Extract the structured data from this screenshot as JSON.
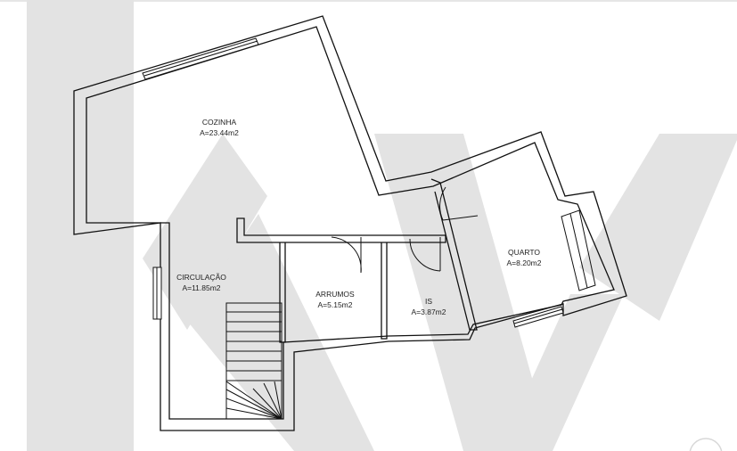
{
  "rooms": [
    {
      "id": "cozinha",
      "name": "COZINHA",
      "area": "A=23.44m2"
    },
    {
      "id": "circulacao",
      "name": "CIRCULAÇÃO",
      "area": "A=11.85m2"
    },
    {
      "id": "arrumos",
      "name": "ARRUMOS",
      "area": "A=5.15m2"
    },
    {
      "id": "is",
      "name": "IS",
      "area": "A=3.87m2"
    },
    {
      "id": "quarto",
      "name": "QUARTO",
      "area": "A=8.20m2"
    }
  ],
  "watermark": {
    "text": "kw",
    "color": "#e4e4e4"
  },
  "colors": {
    "wall": "#111111",
    "background": "#ffffff"
  }
}
